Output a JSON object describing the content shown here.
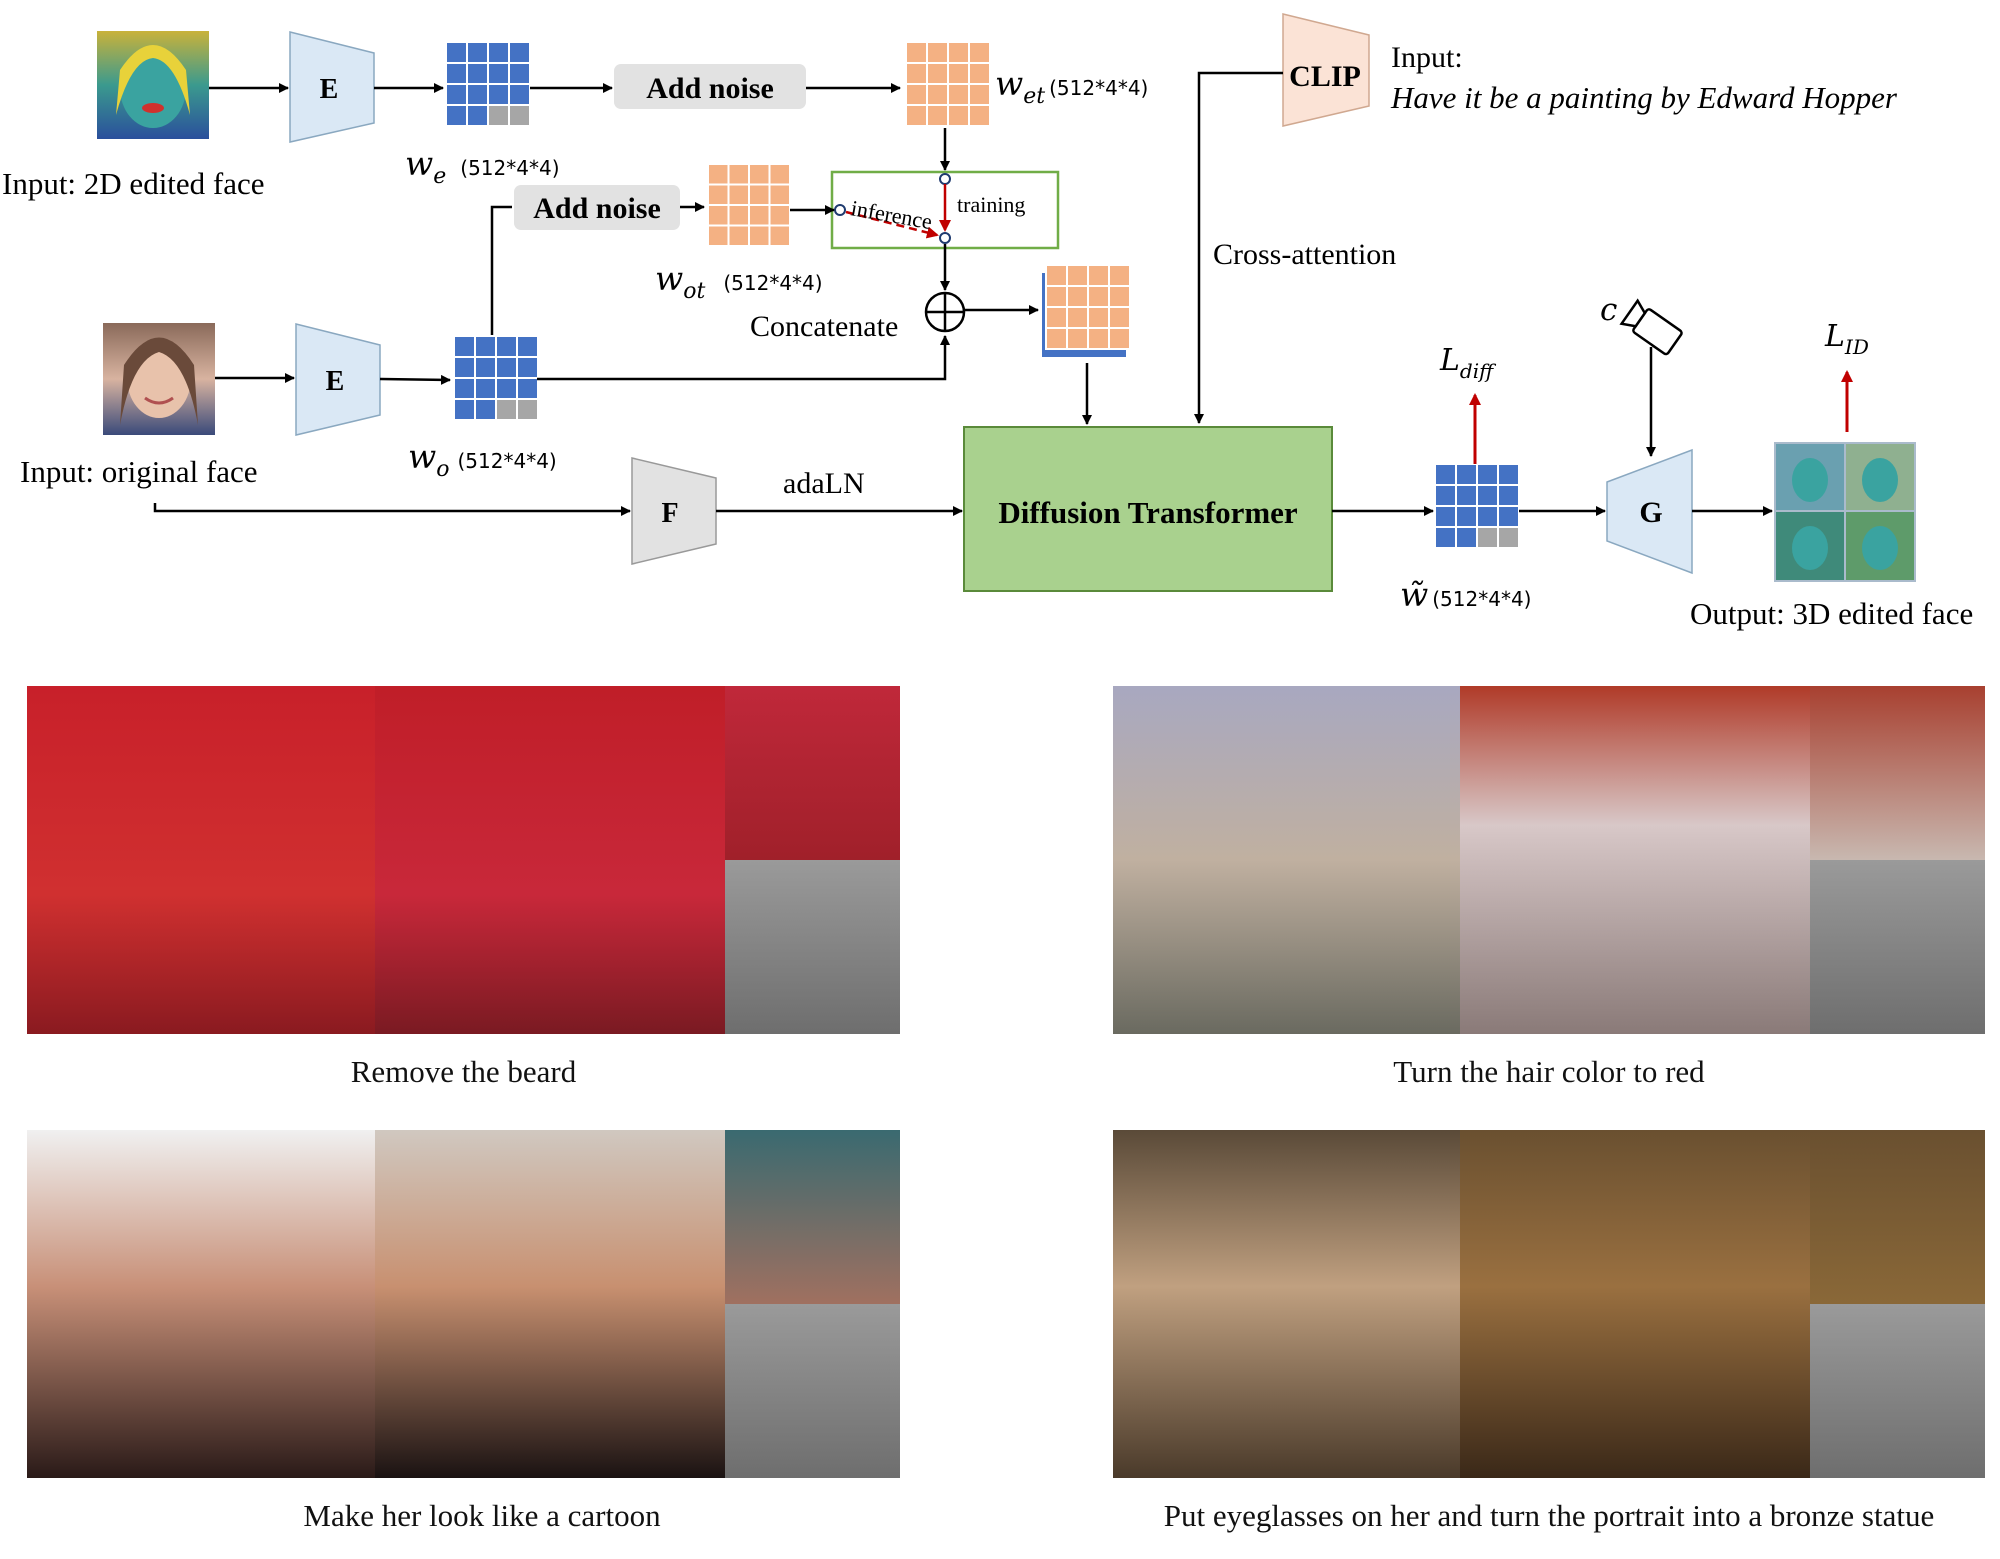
{
  "diagram": {
    "inputs": {
      "edited_face": "Input: 2D edited face",
      "original_face": "Input: original face",
      "prompt_heading": "Input:",
      "prompt_text": "Have it be a painting by Edward Hopper"
    },
    "modules": {
      "encoder": "E",
      "mapper": "F",
      "generator": "G",
      "clip": "CLIP",
      "dit": "Diffusion Transformer",
      "add_noise": "Add noise"
    },
    "latents": {
      "we_symbol": "w",
      "we_sub": "e",
      "wet_symbol": "w",
      "wet_sub": "et",
      "wo_symbol": "w",
      "wo_sub": "o",
      "wot_symbol": "w",
      "wot_sub": "ot",
      "wtilde_symbol": "w̃",
      "dims": "(512*4*4)"
    },
    "switch": {
      "inference": "inference",
      "training": "training"
    },
    "edges": {
      "concatenate": "Concatenate",
      "cross_attention": "Cross-attention",
      "adaln": "adaLN"
    },
    "losses": {
      "diff_symbol": "L",
      "diff_sub": "diff",
      "id_symbol": "L",
      "id_sub": "ID",
      "camera_symbol": "c"
    },
    "output": "Output: 3D edited face"
  },
  "examples": [
    {
      "caption": "Remove the beard"
    },
    {
      "caption": "Turn the hair color to red"
    },
    {
      "caption": "Make her look like a cartoon"
    },
    {
      "caption": "Put eyeglasses on her and turn the portrait into a bronze statue"
    }
  ],
  "colors": {
    "blue_latent": "#4472c4",
    "orange_latent": "#f4b183",
    "grey_cell": "#a6a6a6",
    "encoder_fill": "#dae8f5",
    "clip_fill": "#fbe3d6",
    "dit_fill": "#a9d18e",
    "add_noise_fill": "#e2e2e2",
    "red_arrow": "#c00000",
    "switch_border": "#70ad47"
  }
}
